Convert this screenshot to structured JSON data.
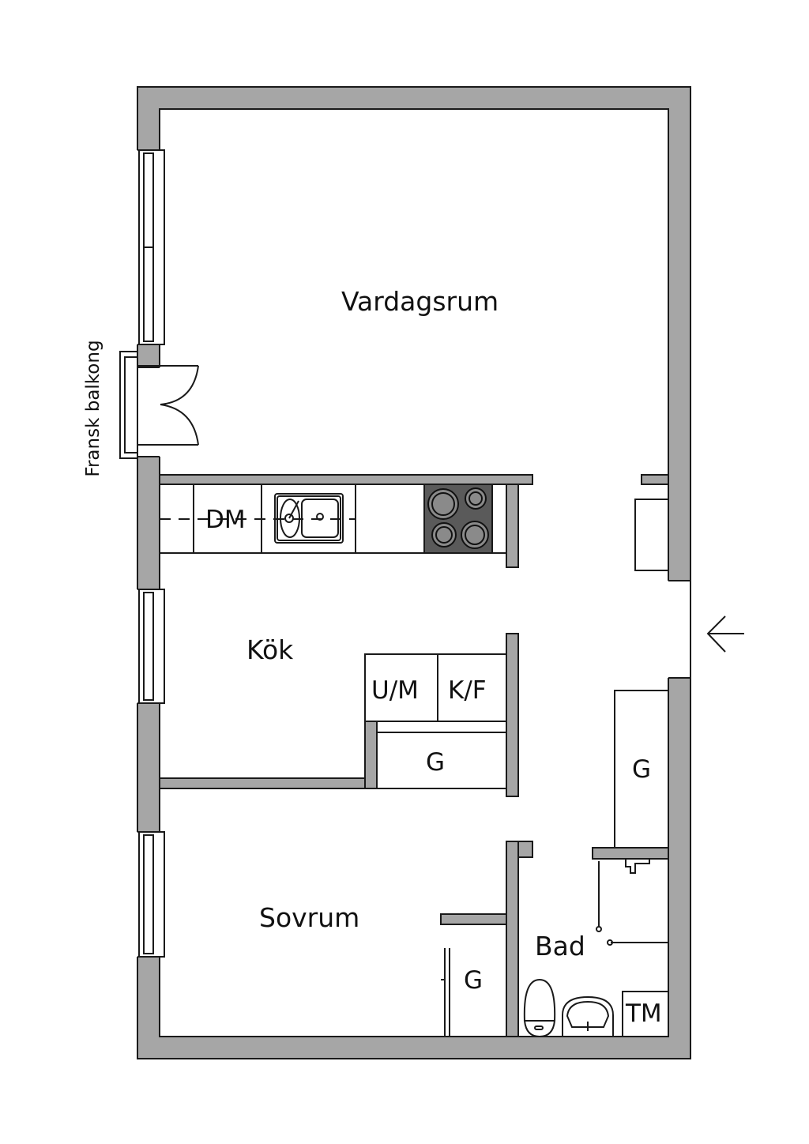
{
  "rooms": {
    "living": "Vardagsrum",
    "kitchen": "Kök",
    "bedroom": "Sovrum",
    "bath": "Bad"
  },
  "balcony_label": "Fransk balkong",
  "fixtures": {
    "dishwasher": "DM",
    "microwave_oven": "U/M",
    "fridge_freezer": "K/F",
    "kitchen_closet": "G",
    "hall_closet": "G",
    "bedroom_closet": "G",
    "washer": "TM"
  },
  "colors": {
    "wall": "#a6a6a6",
    "stove": "#5a5a5a",
    "line": "#1a1a1a"
  }
}
